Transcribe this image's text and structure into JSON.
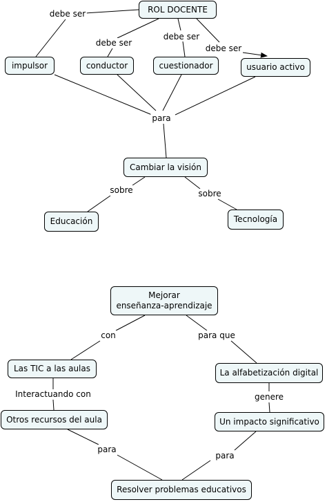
{
  "map1": {
    "nodes": {
      "rol_docente": "ROL DOCENTE",
      "impulsor": "impulsor",
      "conductor": "conductor",
      "cuestionador": "cuestionador",
      "usuario_activo": "usuario activo",
      "cambiar_vision": "Cambiar la visión",
      "educacion": "Educación",
      "tecnologia": "Tecnología"
    },
    "links": {
      "debe_ser_1": "debe  ser",
      "debe_ser_2": "debe ser",
      "debe_ser_3": "debe ser",
      "debe_ser_4": "debe ser",
      "para": "para",
      "sobre_1": "sobre",
      "sobre_2": "sobre"
    }
  },
  "map2": {
    "nodes": {
      "mejorar_line1": "Mejorar",
      "mejorar_line2": "enseñanza-aprendizaje",
      "tic_aulas": "Las TIC a las aulas",
      "otros_recursos": "Otros recursos del aula",
      "alfabetizacion": "La alfabetización digital",
      "impacto": "Un impacto significativo",
      "resolver": "Resolver problemas educativos"
    },
    "links": {
      "con": "con",
      "para_que": "para que",
      "interactuando": "Interactuando con",
      "genere": "genere",
      "para_1": "para",
      "para_2": "para"
    }
  },
  "colors": {
    "node_fill": "#eef7f8",
    "node_border": "#000000",
    "line": "#000000",
    "background": "#ffffff"
  }
}
